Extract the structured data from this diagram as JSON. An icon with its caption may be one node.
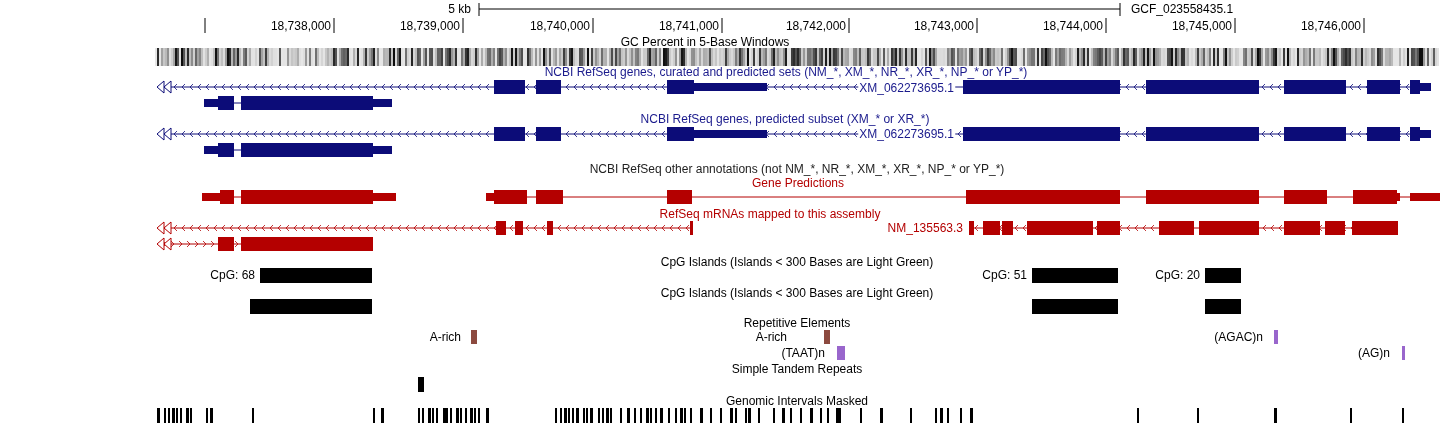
{
  "diagram": {
    "labels": [
      "5 kb",
      "GCF_023558435.1",
      "18,738,000",
      "18,739,000",
      "18,740,000",
      "18,741,000",
      "18,742,000",
      "18,743,000",
      "18,744,000",
      "18,745,000",
      "18,746,000",
      "GC Percent in 5-Base Windows",
      "NCBI RefSeq genes, curated and predicted sets (NM_*, XM_*, NR_*, XR_*, NP_* or YP_*)",
      "XM_062273695.1",
      "NCBI RefSeq genes, predicted subset (XM_* or XR_*)",
      "XM_062273695.1",
      "NCBI RefSeq other annotations (not NM_*, NR_*, XM_*, XR_*, NP_* or YP_*)",
      "Gene Predictions",
      "RefSeq mRNAs mapped to this assembly",
      "NM_135563.3",
      "CpG Islands (Islands < 300 Bases are Light Green)",
      "CpG: 68",
      "CpG: 51",
      "CpG: 20",
      "CpG Islands (Islands < 300 Bases are Light Green)",
      "Repetitive Elements",
      "A-rich",
      "A-rich",
      "(AGAC)n",
      "(TAAT)n",
      "(AG)n",
      "Simple Tandem Repeats",
      "Genomic Intervals Masked"
    ]
  }
}
